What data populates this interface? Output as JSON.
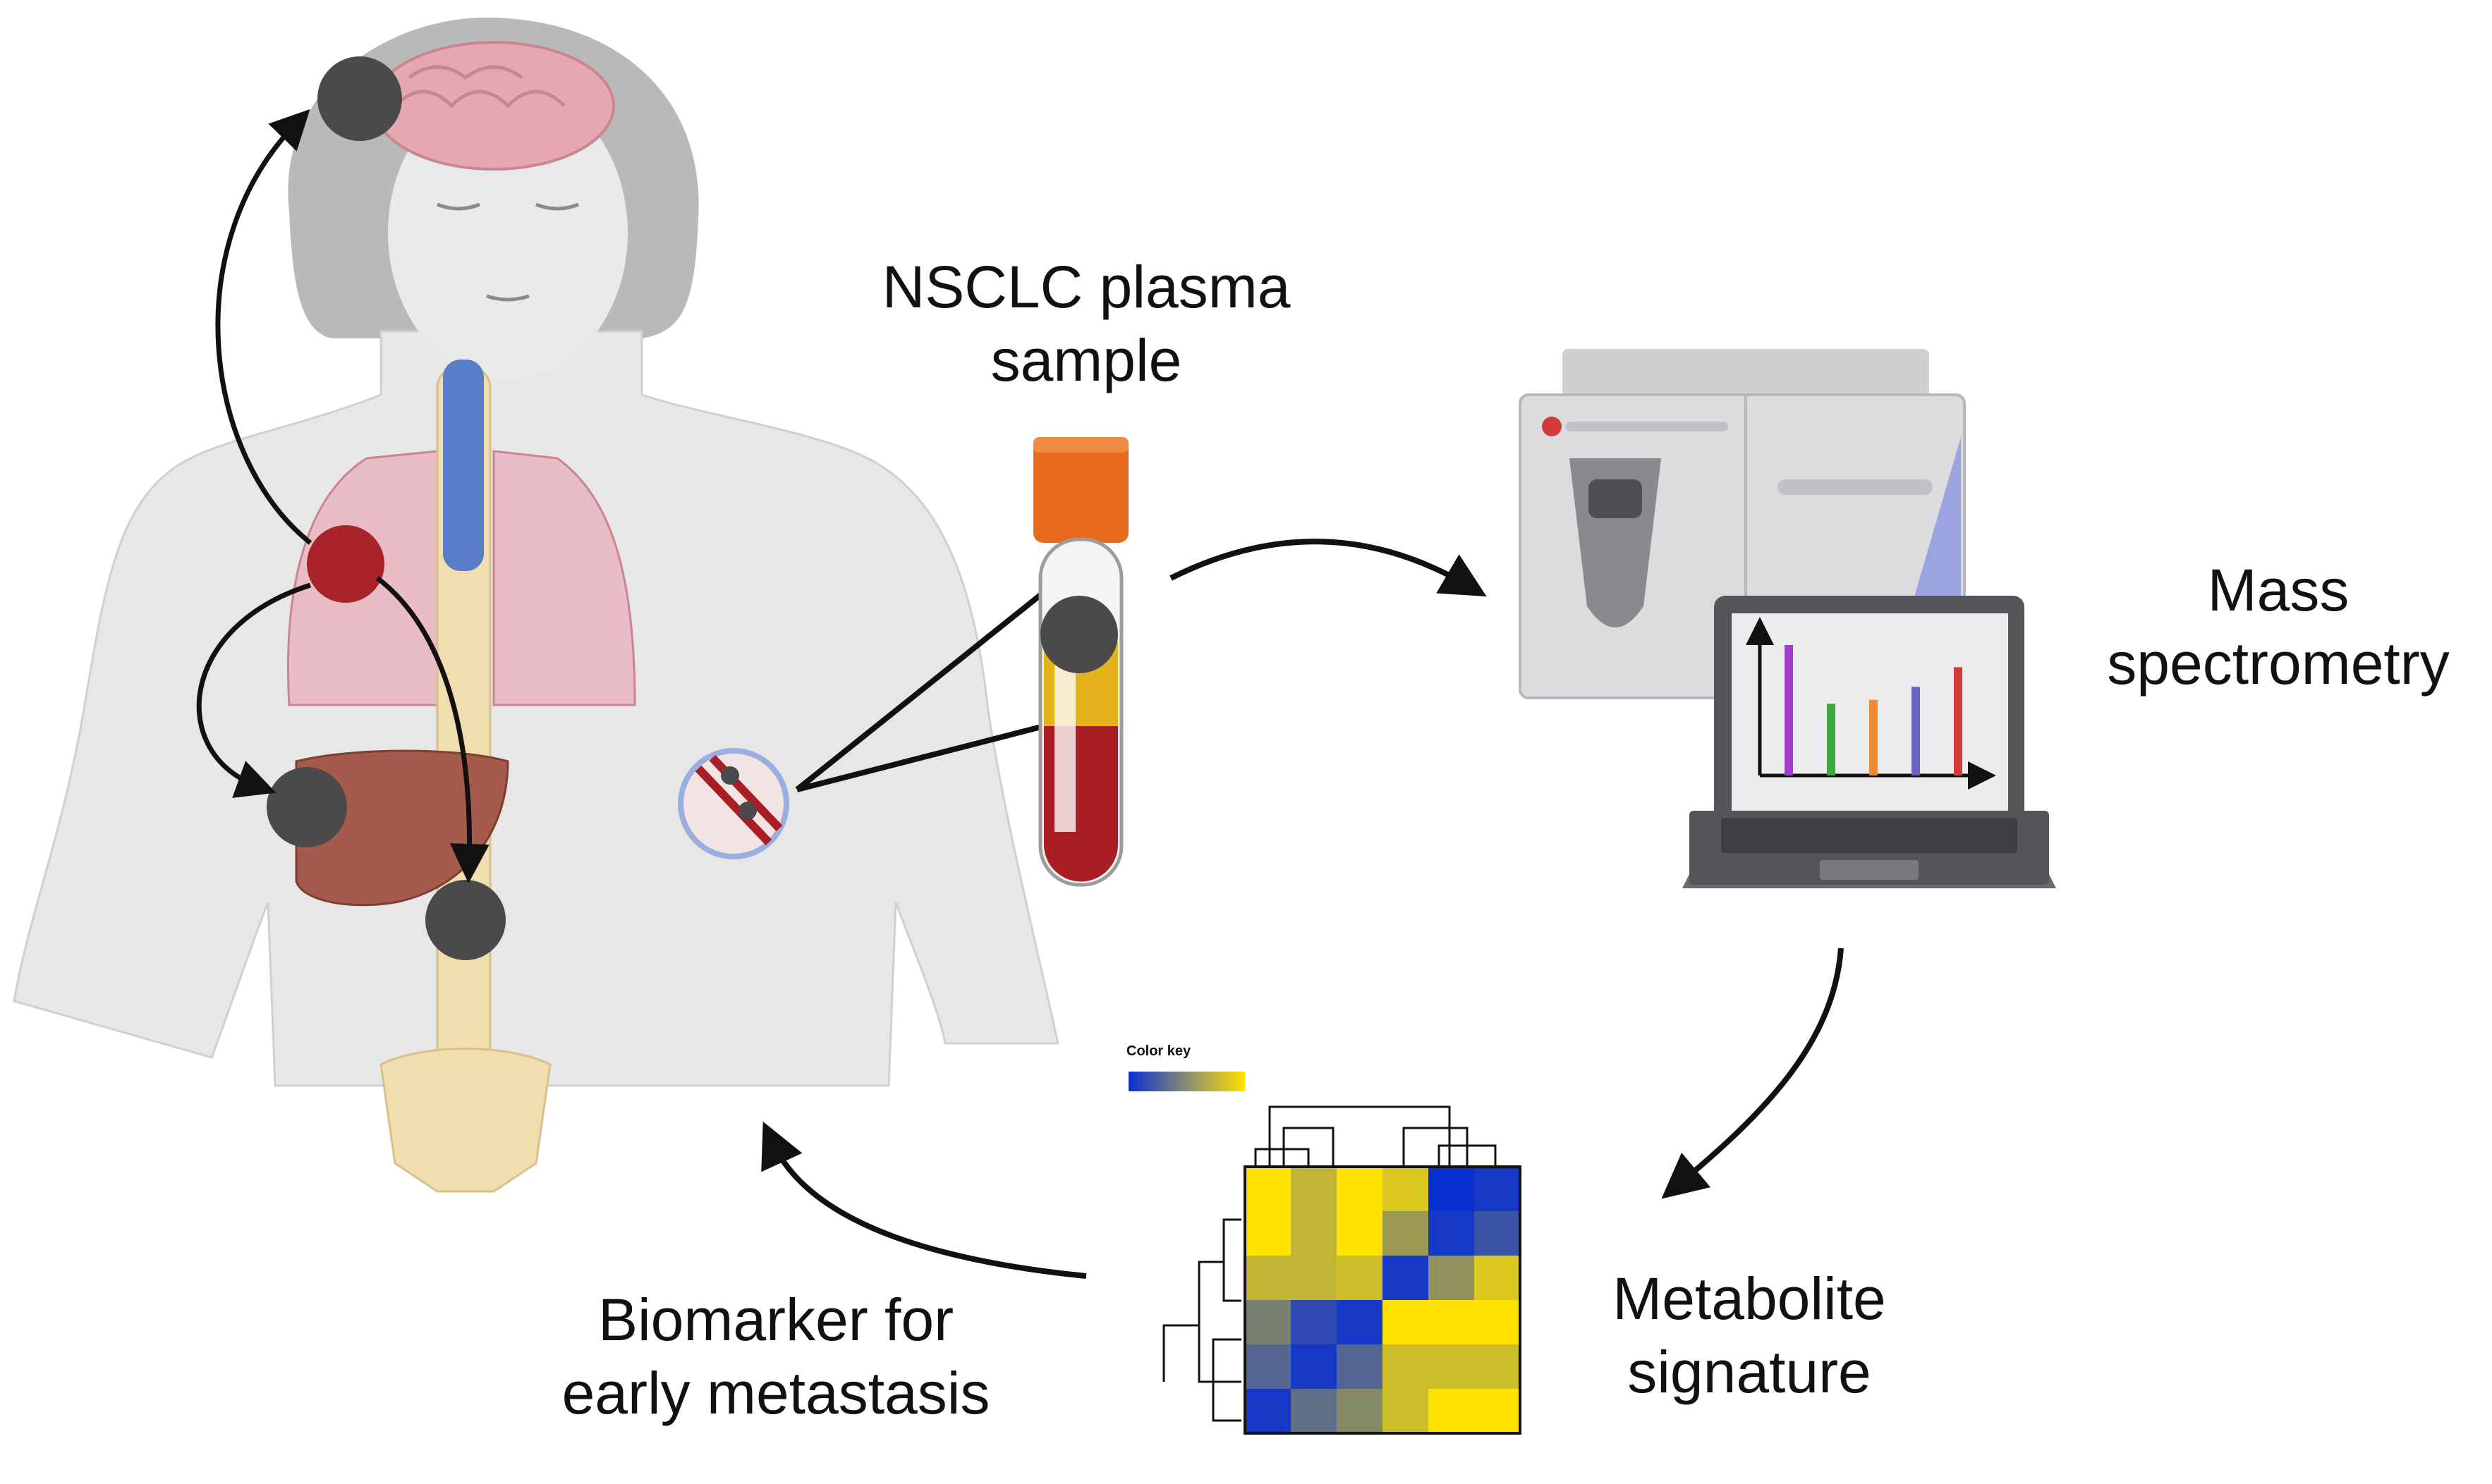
{
  "labels": {
    "plasma": [
      "NSCLC plasma",
      "sample"
    ],
    "mass_spec": [
      "Mass",
      "spectrometry"
    ],
    "metabolite": [
      "Metabolite",
      "signature"
    ],
    "biomarker": [
      "Biomarker for",
      "early metastasis"
    ]
  },
  "heatmap": {
    "color_key_label": "Color key",
    "color_low": "#0a2fd0",
    "color_high": "#ffe200",
    "cells": [
      [
        1.0,
        0.75,
        1.0,
        0.85,
        0.0,
        0.05
      ],
      [
        1.0,
        0.75,
        1.0,
        0.6,
        0.05,
        0.2
      ],
      [
        0.75,
        0.75,
        0.8,
        0.05,
        0.55,
        0.85
      ],
      [
        0.45,
        0.15,
        0.05,
        1.0,
        1.0,
        1.0
      ],
      [
        0.3,
        0.05,
        0.3,
        0.8,
        0.8,
        0.8
      ],
      [
        0.05,
        0.35,
        0.5,
        0.8,
        1.0,
        1.0
      ]
    ]
  },
  "spectrum_bars": [
    {
      "color": "#a23bd0",
      "value": 1.0
    },
    {
      "color": "#3da83d",
      "value": 0.55
    },
    {
      "color": "#f08a2a",
      "value": 0.58
    },
    {
      "color": "#6b63c8",
      "value": 0.68
    },
    {
      "color": "#d33a3a",
      "value": 0.83
    }
  ],
  "colors": {
    "tumor_dark": "#4a4a4c",
    "tumor_primary": "#a8242a",
    "tube_cap": "#e86a1c",
    "blood": "#a81e22",
    "plasma_layer": "#e4b21a",
    "arrow": "#111111"
  }
}
